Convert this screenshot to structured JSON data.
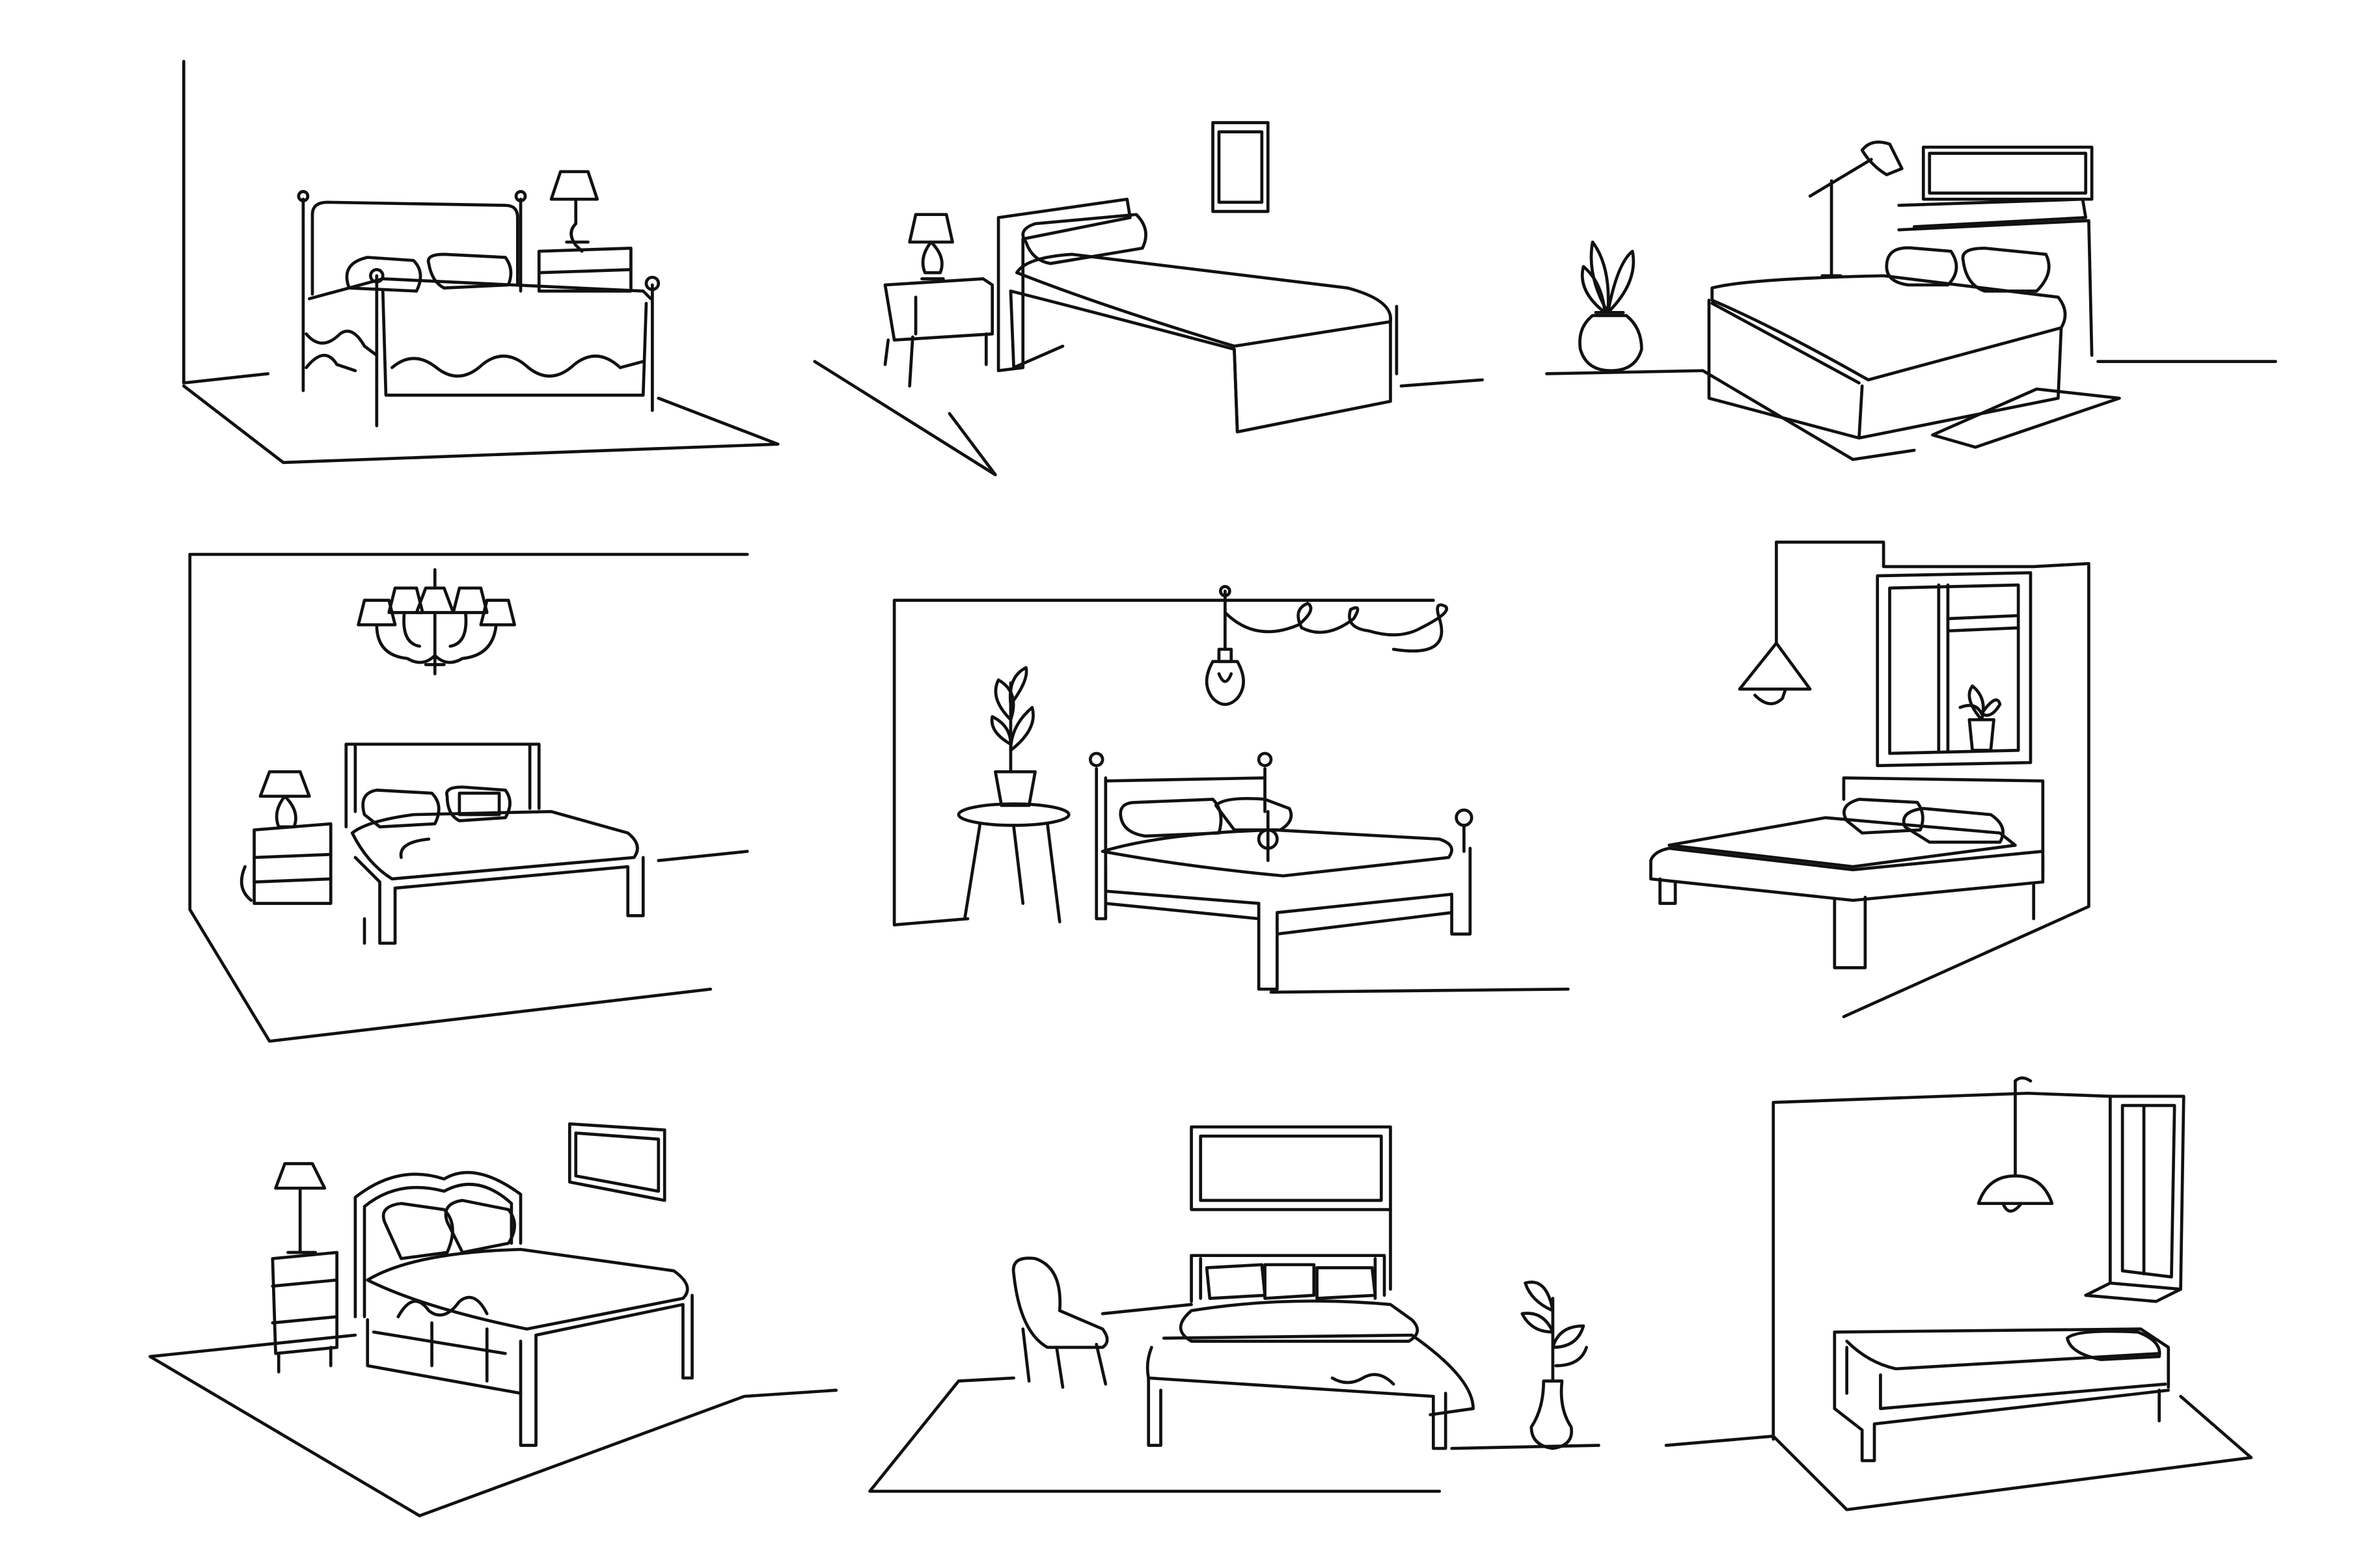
{
  "illustration": {
    "style": "continuous line art",
    "background_color": "#ffffff",
    "stroke_color": "#111111",
    "panels": [
      {
        "name": "bedroom-iron-bed-with-lamp"
      },
      {
        "name": "bedroom-single-bed-with-picture"
      },
      {
        "name": "bedroom-bed-with-floor-lamp-and-plant"
      },
      {
        "name": "bedroom-bed-with-chandelier"
      },
      {
        "name": "bedroom-four-poster-bed-with-bulb"
      },
      {
        "name": "bedroom-platform-bed-with-window"
      },
      {
        "name": "bedroom-bed-with-nightstand-lamp"
      },
      {
        "name": "bedroom-bed-with-chair-and-vase"
      },
      {
        "name": "bedroom-daybed-with-pendant-lamp"
      }
    ]
  }
}
